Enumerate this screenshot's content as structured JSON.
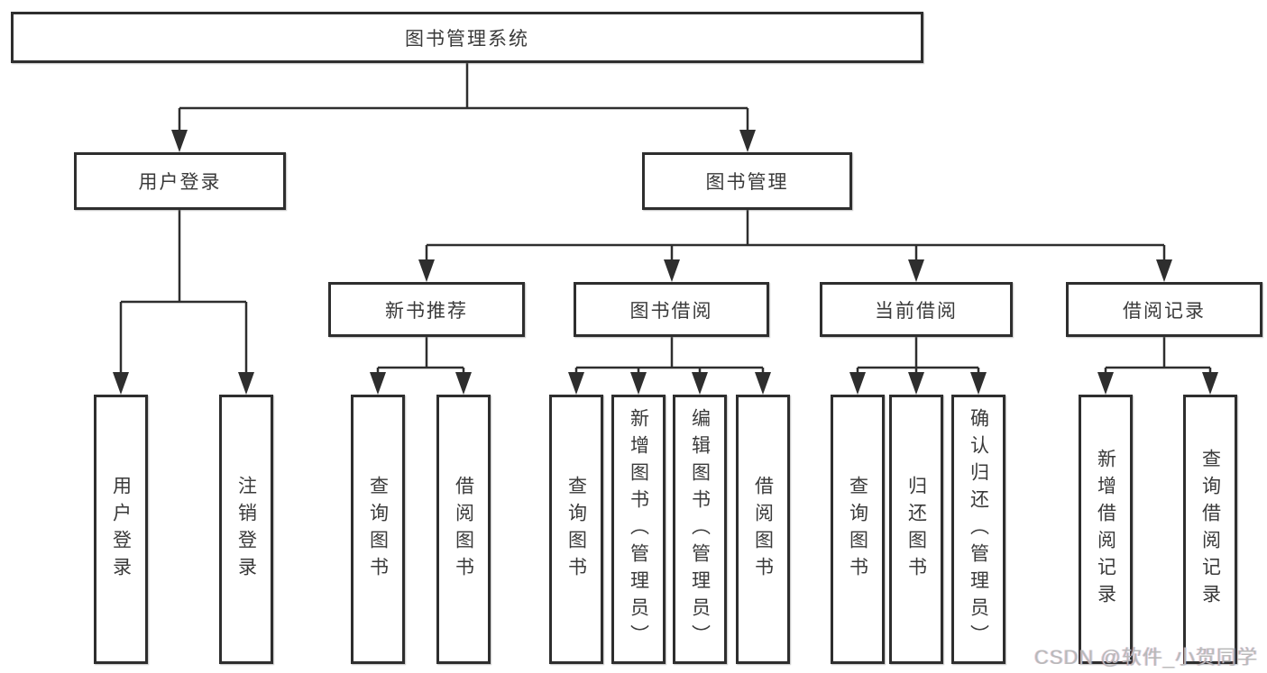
{
  "diagram_title": "图书管理系统",
  "nodes": {
    "root": "图书管理系统",
    "user_login": "用户登录",
    "book_management": "图书管理",
    "new_book_recommend": "新书推荐",
    "book_borrowing": "图书借阅",
    "current_borrowing": "当前借阅",
    "borrowing_records": "借阅记录",
    "user_login_leaf": "用户登录",
    "logout_leaf": "注销登录",
    "nbr_query_books": "查询图书",
    "nbr_borrow_books": "借阅图书",
    "bb_query_books": "查询图书",
    "bb_add_books_admin": "新增图书（管理员）",
    "bb_edit_books_admin": "编辑图书（管理员）",
    "bb_borrow_books": "借阅图书",
    "cb_query_books": "查询图书",
    "cb_return_books": "归还图书",
    "cb_confirm_return_admin": "确认归还（管理员）",
    "br_add_record": "新增借阅记录",
    "br_query_record": "查询借阅记录"
  },
  "hierarchy": {
    "图书管理系统": {
      "用户登录": [
        "用户登录",
        "注销登录"
      ],
      "图书管理": {
        "新书推荐": [
          "查询图书",
          "借阅图书"
        ],
        "图书借阅": [
          "查询图书",
          "新增图书（管理员）",
          "编辑图书（管理员）",
          "借阅图书"
        ],
        "当前借阅": [
          "查询图书",
          "归还图书",
          "确认归还（管理员）"
        ],
        "借阅记录": [
          "新增借阅记录",
          "查询借阅记录"
        ]
      }
    }
  },
  "watermark": {
    "text": "CSDN @软件_小贺同学"
  },
  "colors": {
    "line": "#2e2e2e",
    "text": "#3a3a3a",
    "background": "#ffffff",
    "watermark": "#b9b9b9"
  }
}
